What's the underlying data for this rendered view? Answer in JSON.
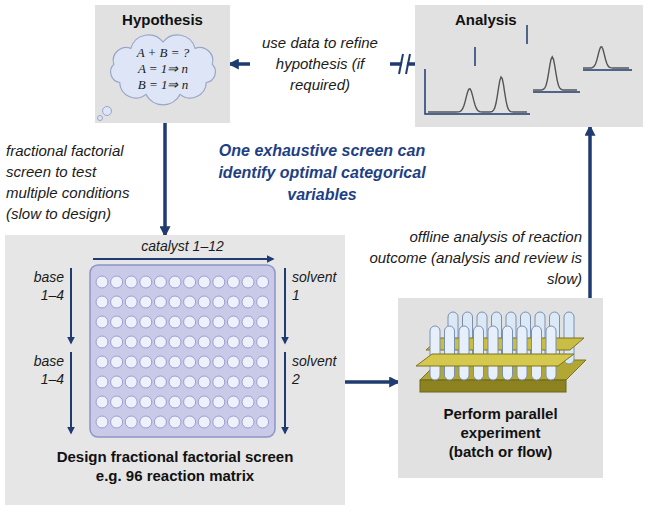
{
  "diagram": {
    "nodes": [
      {
        "text": [
          "Hypothesis"
        ]
      },
      {
        "text": [
          "A + B = ?",
          "A = 1⇒ n",
          "B = 1⇒ n"
        ],
        "in": 0
      },
      {
        "text": [
          "Analysis"
        ]
      },
      {
        "text": [
          "Design fractional factorial screen",
          "e.g. 96 reaction matrix"
        ]
      },
      {
        "text": [
          "Perform parallel experiment",
          "(batch or flow)"
        ]
      }
    ],
    "edges": [
      {
        "from": 2,
        "to": 0,
        "arrow": "to",
        "label": "use data to refine hypothesis (if required)"
      },
      {
        "from": 0,
        "to": 3,
        "arrow": "to",
        "label": "fractional factorial screen to test multiple conditions (slow to design)"
      },
      {
        "from": 3,
        "to": 4,
        "arrow": "to"
      },
      {
        "from": 4,
        "to": 2,
        "arrow": "to",
        "label": "offline analysis of reaction outcome (analysis and review is slow)"
      }
    ],
    "labels": [
      "One exhaustive screen can identify optimal categorical variables",
      "catalyst 1–12",
      "base 1–4",
      "base 1–4",
      "solvent 1",
      "solvent 2"
    ]
  }
}
